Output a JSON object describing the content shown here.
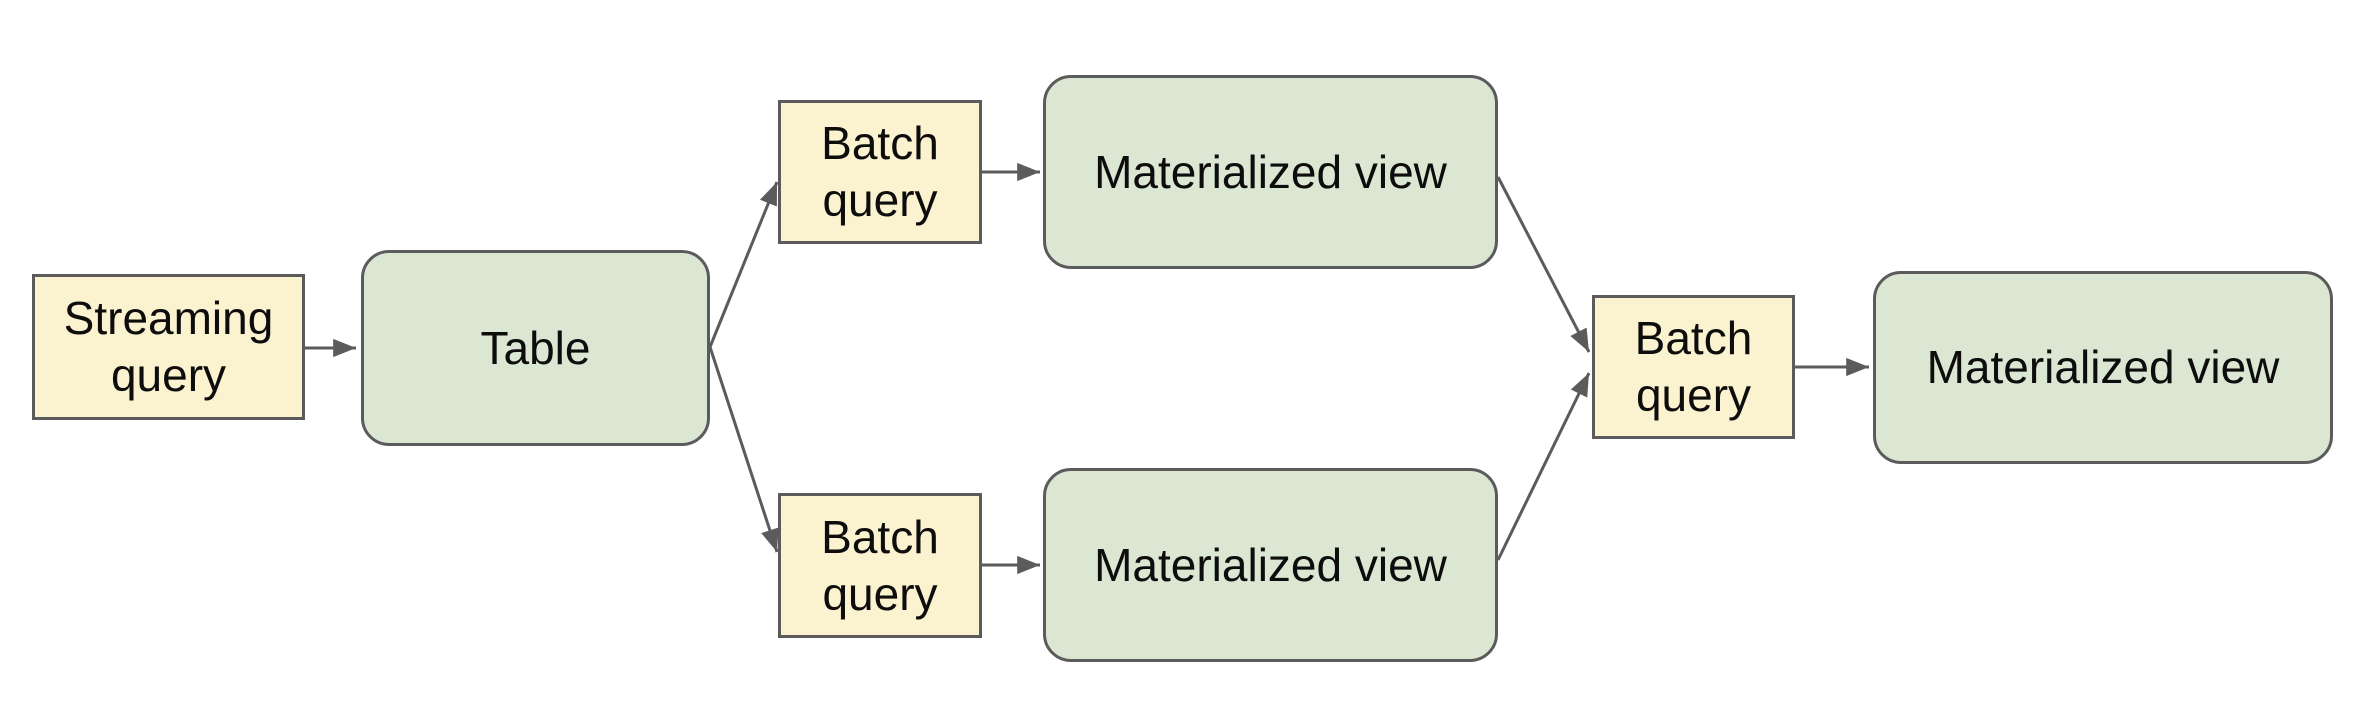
{
  "diagram": {
    "background": "#ffffff",
    "colors": {
      "query_node_fill": "#fbf2cf",
      "entity_node_fill": "#dbe7d3",
      "node_border": "#5b5b5b",
      "arrow": "#5b5b5b",
      "text": "#0d0d0d"
    },
    "nodes": [
      {
        "id": "streaming-query",
        "kind": "query",
        "label": "Streaming\nquery"
      },
      {
        "id": "table",
        "kind": "entity",
        "label": "Table"
      },
      {
        "id": "batch-query-top",
        "kind": "query",
        "label": "Batch\nquery"
      },
      {
        "id": "materialized-view-top",
        "kind": "entity",
        "label": "Materialized view"
      },
      {
        "id": "batch-query-bottom",
        "kind": "query",
        "label": "Batch\nquery"
      },
      {
        "id": "materialized-view-bottom",
        "kind": "entity",
        "label": "Materialized view"
      },
      {
        "id": "batch-query-join",
        "kind": "query",
        "label": "Batch\nquery"
      },
      {
        "id": "materialized-view-final",
        "kind": "entity",
        "label": "Materialized view"
      }
    ],
    "edges": [
      {
        "from": "streaming-query",
        "to": "table"
      },
      {
        "from": "table",
        "to": "batch-query-top"
      },
      {
        "from": "table",
        "to": "batch-query-bottom"
      },
      {
        "from": "batch-query-top",
        "to": "materialized-view-top"
      },
      {
        "from": "batch-query-bottom",
        "to": "materialized-view-bottom"
      },
      {
        "from": "materialized-view-top",
        "to": "batch-query-join"
      },
      {
        "from": "materialized-view-bottom",
        "to": "batch-query-join"
      },
      {
        "from": "batch-query-join",
        "to": "materialized-view-final"
      }
    ]
  }
}
